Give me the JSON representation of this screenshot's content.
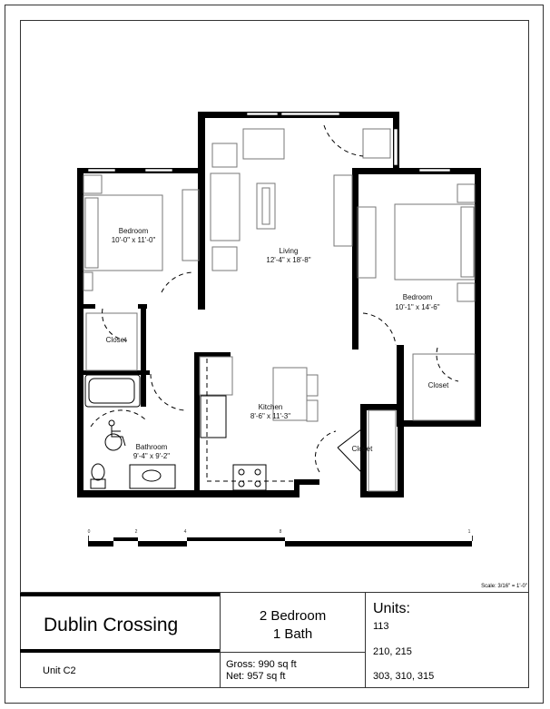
{
  "floorplan": {
    "rooms": [
      {
        "name": "Bedroom",
        "size": "10'-0\" x 11'-0\""
      },
      {
        "name": "Living",
        "size": "12'-4\" x 18'-8\""
      },
      {
        "name": "Bedroom",
        "size": "10'-1\" x 14'-6\""
      },
      {
        "name": "Closet"
      },
      {
        "name": "Kitchen",
        "size": "8'-6\" x 11'-3\""
      },
      {
        "name": "Closet"
      },
      {
        "name": "Bathroom",
        "size": "9'-4\" x 9'-2\""
      },
      {
        "name": "Closet"
      }
    ],
    "icons": [
      "wheelchair-accessible-icon"
    ]
  },
  "scale_bar": {
    "ticks": [
      "0",
      "2",
      "4",
      "8",
      "1"
    ],
    "scale_text": "Scale: 3/16\" = 1'-0\""
  },
  "title_block": {
    "project": "Dublin Crossing",
    "unit": "Unit C2",
    "type_line1": "2 Bedroom",
    "type_line2": "1 Bath",
    "gross": "Gross:  990 sq ft",
    "net": "Net:  957 sq ft",
    "units_label": "Units:",
    "units": [
      "113",
      "210, 215",
      "303, 310, 315"
    ]
  }
}
